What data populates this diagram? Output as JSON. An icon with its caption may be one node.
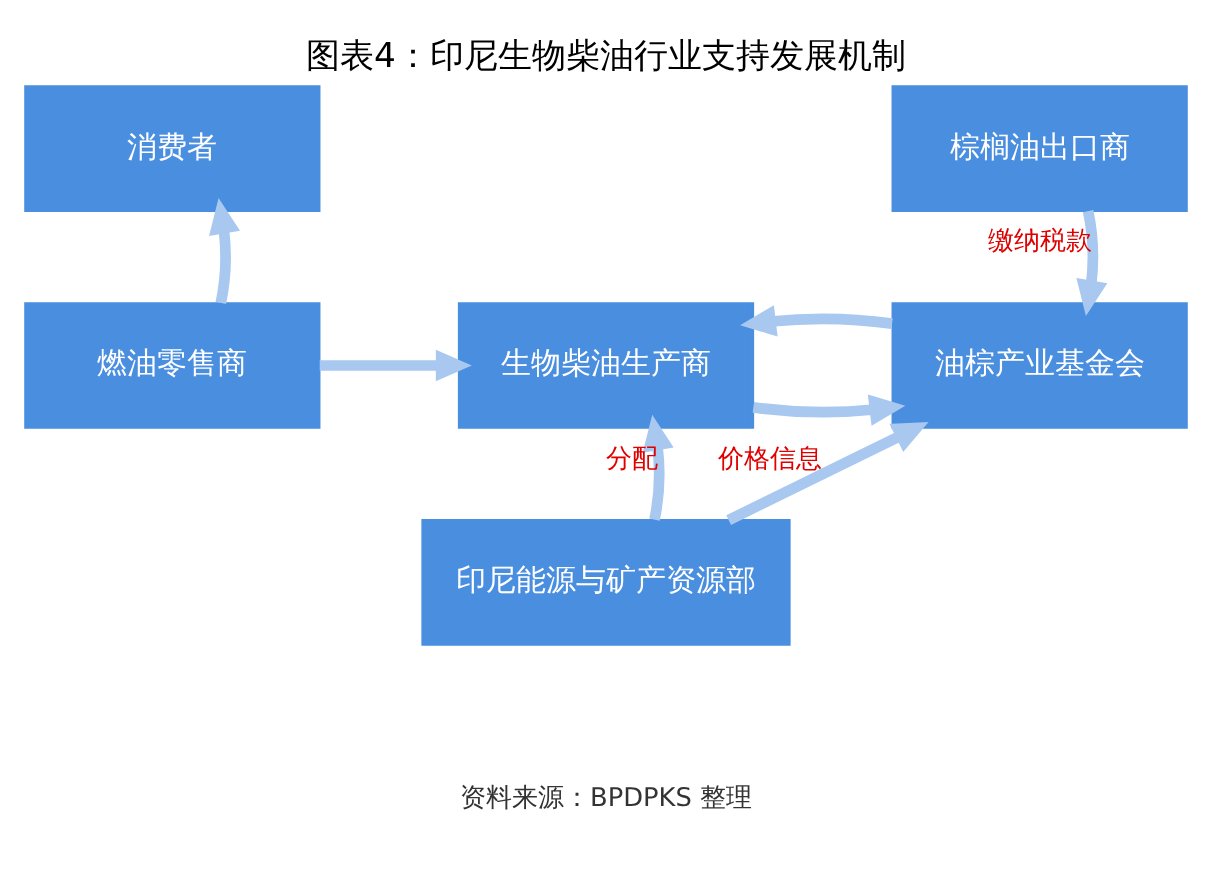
{
  "diagram": {
    "title": "图表4：印尼生物柴油行业支持发展机制",
    "nodes": [
      {
        "text": [
          "消费者"
        ]
      },
      {
        "text": [
          "燃油零售商"
        ]
      },
      {
        "text": [
          "生物柴油生产商"
        ]
      },
      {
        "text": [
          "油棕产业基金会"
        ]
      },
      {
        "text": [
          "棕榈油出口商"
        ]
      },
      {
        "text": [
          "印尼能源与矿产资源部"
        ]
      }
    ],
    "edges": [
      {
        "from": 1,
        "to": 0,
        "arrow": "to"
      },
      {
        "from": 1,
        "to": 2,
        "arrow": "to"
      },
      {
        "from": 2,
        "to": 3,
        "arrow": "to"
      },
      {
        "from": 3,
        "to": 2,
        "arrow": "to"
      },
      {
        "from": 4,
        "to": 3,
        "arrow": "to",
        "label": "缴纳税款"
      },
      {
        "from": 5,
        "to": 2,
        "arrow": "to",
        "label": "分配"
      },
      {
        "from": 5,
        "to": 3,
        "arrow": "to",
        "label": "价格信息"
      }
    ],
    "labels": [
      "资料来源：BPDPKS 整理"
    ]
  }
}
